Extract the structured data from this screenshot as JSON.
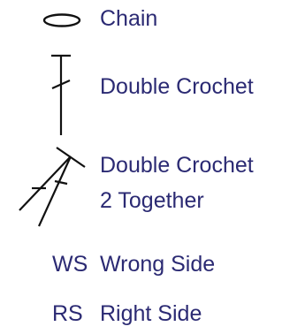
{
  "legend": {
    "items": [
      {
        "symbol": "chain-oval-icon",
        "label": "Chain"
      },
      {
        "symbol": "double-crochet-icon",
        "label": "Double Crochet"
      },
      {
        "symbol": "double-crochet-2-together-icon",
        "label_line1": "Double Crochet",
        "label_line2": "2 Together"
      },
      {
        "abbr": "WS",
        "label": "Wrong Side"
      },
      {
        "abbr": "RS",
        "label": "Right Side"
      }
    ]
  },
  "colors": {
    "text": "#2b2a73",
    "symbol_stroke": "#111111"
  }
}
